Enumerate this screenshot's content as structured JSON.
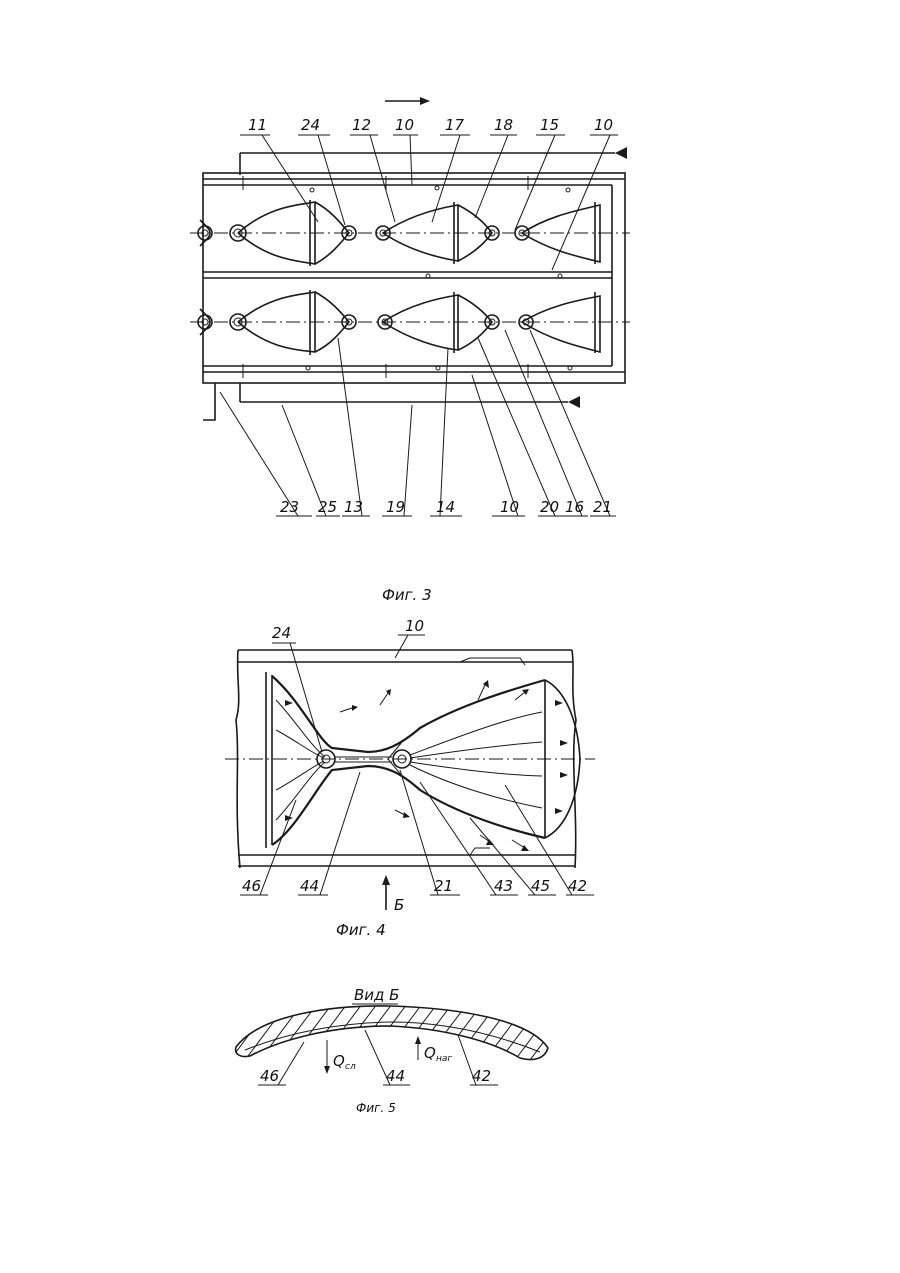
{
  "fig3": {
    "caption": "Фиг. 3",
    "top_labels": [
      "11",
      "24",
      "12",
      "10",
      "17",
      "18",
      "15",
      "10"
    ],
    "bottom_labels": [
      "23",
      "25",
      "13",
      "19",
      "14",
      "10",
      "20",
      "16",
      "21"
    ]
  },
  "fig4": {
    "caption": "Фиг. 4",
    "top_labels": [
      "24",
      "10"
    ],
    "bottom_labels": [
      "46",
      "44",
      "21",
      "43",
      "45",
      "42"
    ],
    "view_marker": "Б"
  },
  "fig5": {
    "title": "Вид Б",
    "caption": "Фиг. 5",
    "q_left": "Q",
    "q_left_sub": "сл",
    "q_right": "Q",
    "q_right_sub": "наг",
    "bottom_labels": [
      "46",
      "44",
      "42"
    ]
  }
}
